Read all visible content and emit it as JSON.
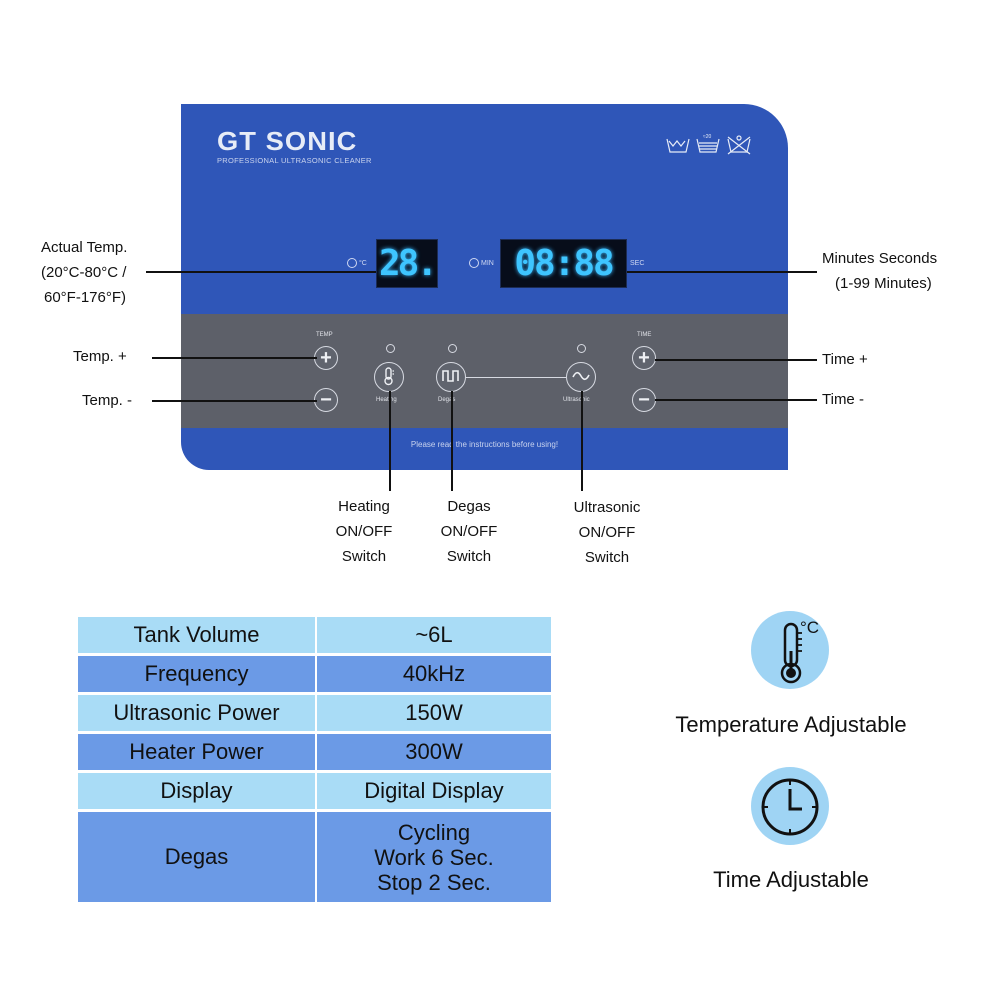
{
  "panel": {
    "brand": "GT SONIC",
    "subtitle": "PROFESSIONAL ULTRASONIC CLEANER",
    "care_icons": [
      "wash-icon",
      "wash-temp-icon",
      "no-wash-icon"
    ],
    "temp_unit": "°C",
    "time_unit": "MIN",
    "sec_unit": "SEC",
    "temp_display": "28.",
    "time_display": "08:88",
    "temp_section_label": "TEMP",
    "time_section_label": "TIME",
    "temp_plus": "+",
    "temp_minus": "−",
    "time_plus": "+",
    "time_minus": "−",
    "heating_label": "Heating",
    "degas_label": "Degas",
    "ultrasonic_label": "Ultrasonic",
    "notice": "Please read the instructions before using!"
  },
  "callouts": {
    "actual_temp_1": "Actual Temp.",
    "actual_temp_2": "(20°C-80°C /",
    "actual_temp_3": "60°F-176°F)",
    "minutes_seconds_1": "Minutes Seconds",
    "minutes_seconds_2": "(1-99 Minutes)",
    "temp_plus": "Temp. +",
    "temp_minus": "Temp. -",
    "time_plus": "Time +",
    "time_minus": "Time -",
    "heating": [
      "Heating",
      "ON/OFF",
      "Switch"
    ],
    "degas": [
      "Degas",
      "ON/OFF",
      "Switch"
    ],
    "ultrasonic": [
      "Ultrasonic",
      "ON/OFF",
      "Switch"
    ]
  },
  "specs": [
    {
      "name": "Tank Volume",
      "value": "~6L"
    },
    {
      "name": "Frequency",
      "value": "40kHz"
    },
    {
      "name": "Ultrasonic Power",
      "value": "150W"
    },
    {
      "name": "Heater Power",
      "value": "300W"
    },
    {
      "name": "Display",
      "value": "Digital Display"
    },
    {
      "name": "Degas",
      "value_lines": [
        "Cycling",
        "Work 6 Sec.",
        "Stop 2 Sec."
      ]
    }
  ],
  "features": {
    "temperature": {
      "label": "Temperature Adjustable",
      "icon": "thermometer-icon",
      "unit": "°C"
    },
    "time": {
      "label": "Time Adjustable",
      "icon": "clock-icon"
    }
  },
  "colors": {
    "panel_blue": "#2f56b8",
    "strip_gray": "#5d6069",
    "lcd_cyan": "#3ec5ff",
    "table_light": "#a9dcf6",
    "table_dark": "#6b9ae6",
    "icon_circle": "#9fd4f4"
  }
}
